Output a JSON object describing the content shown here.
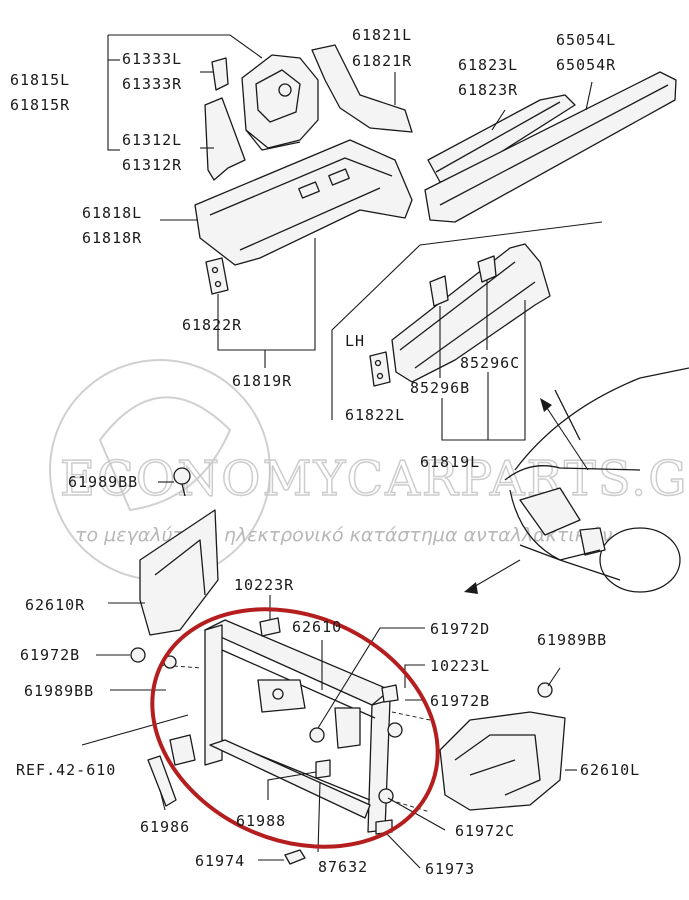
{
  "labels": {
    "p61815L": "61815L",
    "p61815R": "61815R",
    "p61333L": "61333L",
    "p61333R": "61333R",
    "p61312L": "61312L",
    "p61312R": "61312R",
    "p61821L": "61821L",
    "p61821R": "61821R",
    "p61823L": "61823L",
    "p61823R": "61823R",
    "p65054L": "65054L",
    "p65054R": "65054R",
    "p61818L": "61818L",
    "p61818R": "61818R",
    "p61822R": "61822R",
    "p61819R": "61819R",
    "lh": "LH",
    "p85296C": "85296C",
    "p85296B": "85296B",
    "p61822L": "61822L",
    "p61819L": "61819L",
    "p61989BB_a": "61989BB",
    "p62610R": "62610R",
    "p10223R": "10223R",
    "p62610": "62610",
    "p61972D": "61972D",
    "p61989BB_b": "61989BB",
    "p61972B_a": "61972B",
    "p10223L": "10223L",
    "p61989BB_c": "61989BB",
    "p61972B_b": "61972B",
    "ref42610": "REF.42-610",
    "p62610L": "62610L",
    "p61986": "61986",
    "p61988": "61988",
    "p61972C": "61972C",
    "p61974": "61974",
    "p87632": "87632",
    "p61973": "61973"
  },
  "watermark": {
    "main": "ECONOMYCARPARTS.GR",
    "sub": "το μεγαλύτερο ηλεκτρονικό κατάστημα ανταλλακτικών"
  },
  "colors": {
    "line": "#1a1a1a",
    "highlight_ring": "#b51e1e",
    "watermark": "#c8c8c8"
  }
}
